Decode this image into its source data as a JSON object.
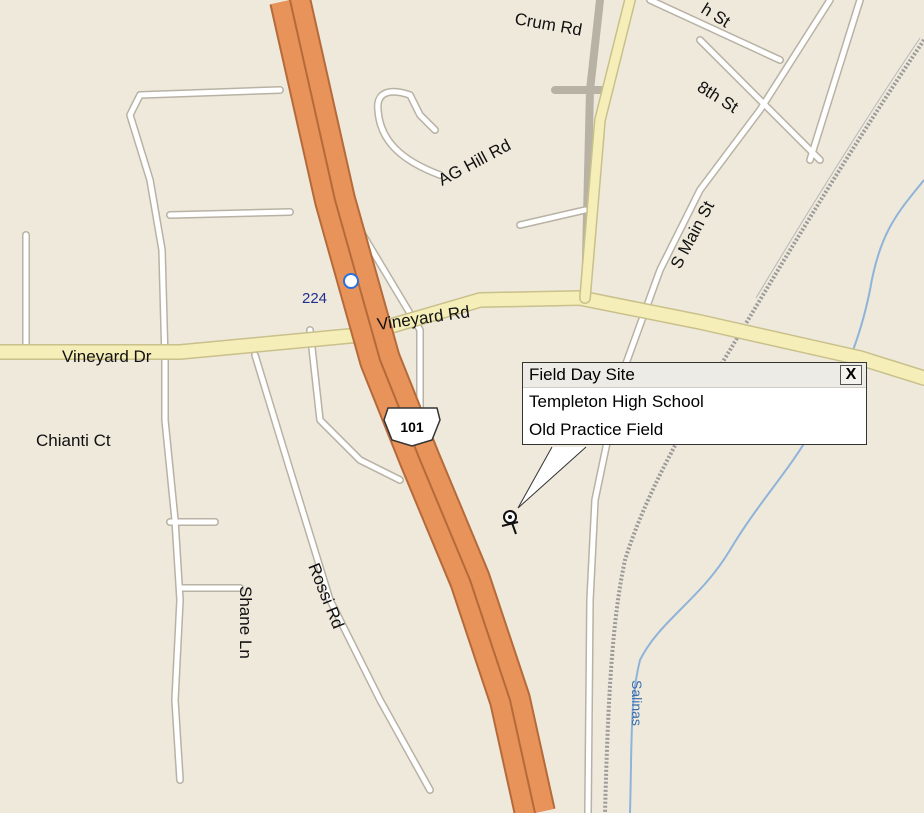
{
  "map": {
    "roads": [
      {
        "id": "vineyard-dr",
        "label": "Vineyard Dr"
      },
      {
        "id": "vineyard-rd",
        "label": "Vineyard Rd"
      },
      {
        "id": "chianti-ct",
        "label": "Chianti Ct"
      },
      {
        "id": "rossi-rd",
        "label": "Rossi Rd"
      },
      {
        "id": "shane-ln",
        "label": "Shane Ln"
      },
      {
        "id": "ag-hill-rd",
        "label": "AG Hill Rd"
      },
      {
        "id": "crum-rd",
        "label": "Crum Rd"
      },
      {
        "id": "s-main-st",
        "label": "S Main St"
      },
      {
        "id": "8th-st",
        "label": "8th St"
      },
      {
        "id": "top-st",
        "label": "h St"
      }
    ],
    "highway": {
      "shield": "101",
      "exit_number": "224"
    },
    "river": {
      "label": "Salinas"
    },
    "colors": {
      "background": "#efe9dc",
      "highway": "#e8935a",
      "major_road": "#f5eeb9",
      "minor_road": "#ffffff",
      "rail": "#9a9a9a",
      "river": "#8fb3d9"
    }
  },
  "callout": {
    "title": "Field Day Site",
    "lines": [
      "Templeton High School",
      "Old Practice Field"
    ],
    "close_label": "X"
  }
}
